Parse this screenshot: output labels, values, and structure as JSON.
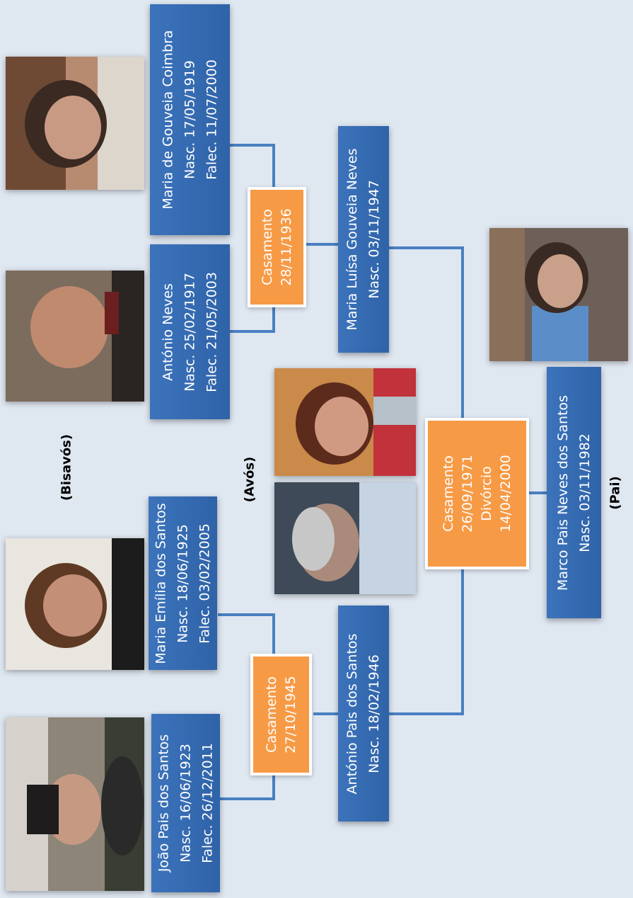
{
  "generations": {
    "great_grandparents": "(Bisavós)",
    "grandparents": "(Avós)",
    "father": "(Pai)"
  },
  "people": {
    "joao": {
      "name": "João Pais dos Santos",
      "born": "Nasc. 16/06/1923",
      "died": "Falec. 26/12/2011"
    },
    "maria_emilia": {
      "name": "Maria Emília dos Santos",
      "born": "Nasc. 18/06/1925",
      "died": "Falec. 03/02/2005"
    },
    "antonio_neves": {
      "name": "António Neves",
      "born": "Nasc. 25/02/1917",
      "died": "Falec. 21/05/2003"
    },
    "maria_gouveia": {
      "name": "Maria de Gouveia Coimbra",
      "born": "Nasc. 17/05/1919",
      "died": "Falec. 11/07/2000"
    },
    "antonio_pais": {
      "name": "António Pais dos Santos",
      "born": "Nasc. 18/02/1946"
    },
    "maria_luisa": {
      "name": "Maria Luísa Gouveia Neves",
      "born": "Nasc. 03/11/1947"
    },
    "marco": {
      "name": "Marco Pais Neves dos Santos",
      "born": "Nasc. 03/11/1982"
    }
  },
  "marriages": {
    "santos": {
      "label": "Casamento",
      "date": "27/10/1945"
    },
    "neves": {
      "label": "Casamento",
      "date": "28/11/1936"
    },
    "parents": {
      "label": "Casamento",
      "date": "26/09/1971",
      "divorce_label": "Divórcio",
      "divorce_date": "14/04/2000"
    }
  },
  "colors": {
    "background": "#dfe7f1",
    "person_box": "#3268ad",
    "marriage_box": "#f79a46",
    "connector": "#4a7fc1"
  }
}
